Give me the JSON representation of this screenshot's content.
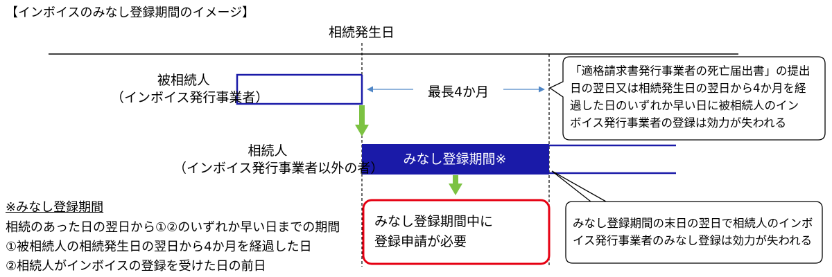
{
  "title": "【インボイスのみなし登録期間のイメージ】",
  "inheritance_date_label": "相続発生日",
  "decedent": {
    "line1": "被相続人",
    "line2": "（インボイス発行事業者）"
  },
  "heir": {
    "line1": "相続人",
    "line2": "（インボイス発行事業者以外の者）"
  },
  "max_period_label": "最長4か月",
  "deemed_period_bar_label": "みなし登録期間※",
  "top_callout": {
    "lines": [
      "「適格請求書発行事業者の死亡届出書」の提出",
      "日の翌日又は相続発生日の翌日から4か月を経",
      "過した日のいずれか早い日に被相続人のイン",
      "ボイス発行事業者の登録は効力が失われる"
    ]
  },
  "bottom_callout": {
    "lines": [
      "みなし登録期間の末日の翌日で相続人のインボ",
      "イス発行事業者のみなし登録は効力が失われる"
    ]
  },
  "red_box": {
    "line1": "みなし登録期間中に",
    "line2": "登録申請が必要"
  },
  "note": {
    "title": "※みなし登録期間",
    "lines": [
      "相続のあった日の翌日から①②のいずれか早い日までの期間",
      "①被相続人の相続発生日の翌日から4か月を経過した日",
      "②相続人がインボイスの登録を受けた日の前日"
    ]
  },
  "colors": {
    "timeline_blue": "#1a1aa8",
    "arrow_green": "#7cc242",
    "highlight_red": "#e60012",
    "arrow_light_blue": "#4f86c6"
  }
}
